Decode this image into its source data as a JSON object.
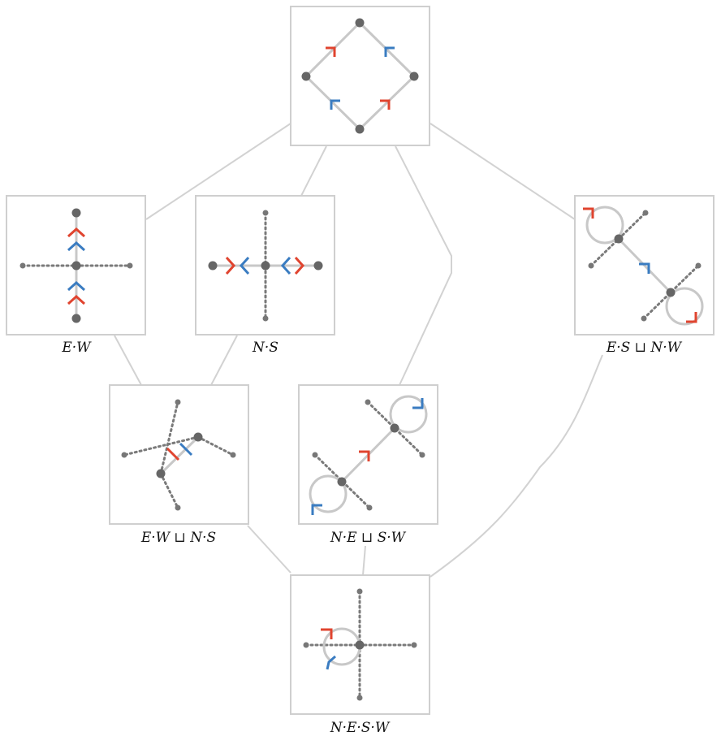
{
  "colors": {
    "red": "#e0442f",
    "blue": "#3a7cc1",
    "frame": "#cfcfcf",
    "edge": "#d2d2d2"
  },
  "labels": {
    "top": "",
    "ew": "E·W",
    "ns": "N·S",
    "es_nw": "E·S ⊔ N·W",
    "ew_ns": "E·W ⊔ N·S",
    "ne_sw": "N·E ⊔ S·W",
    "nesw": "N·E·S·W"
  }
}
